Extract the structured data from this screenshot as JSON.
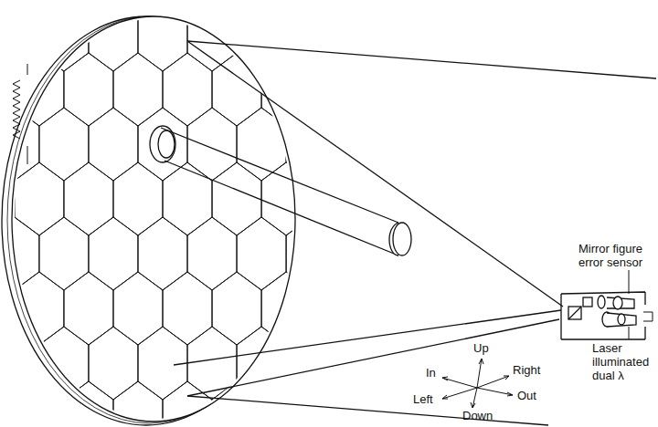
{
  "diagram": {
    "labels": [
      "Mirror figure error sensor",
      "Laser illuminated dual λ",
      "Up",
      "Down",
      "In",
      "Out",
      "Left",
      "Right"
    ]
  }
}
